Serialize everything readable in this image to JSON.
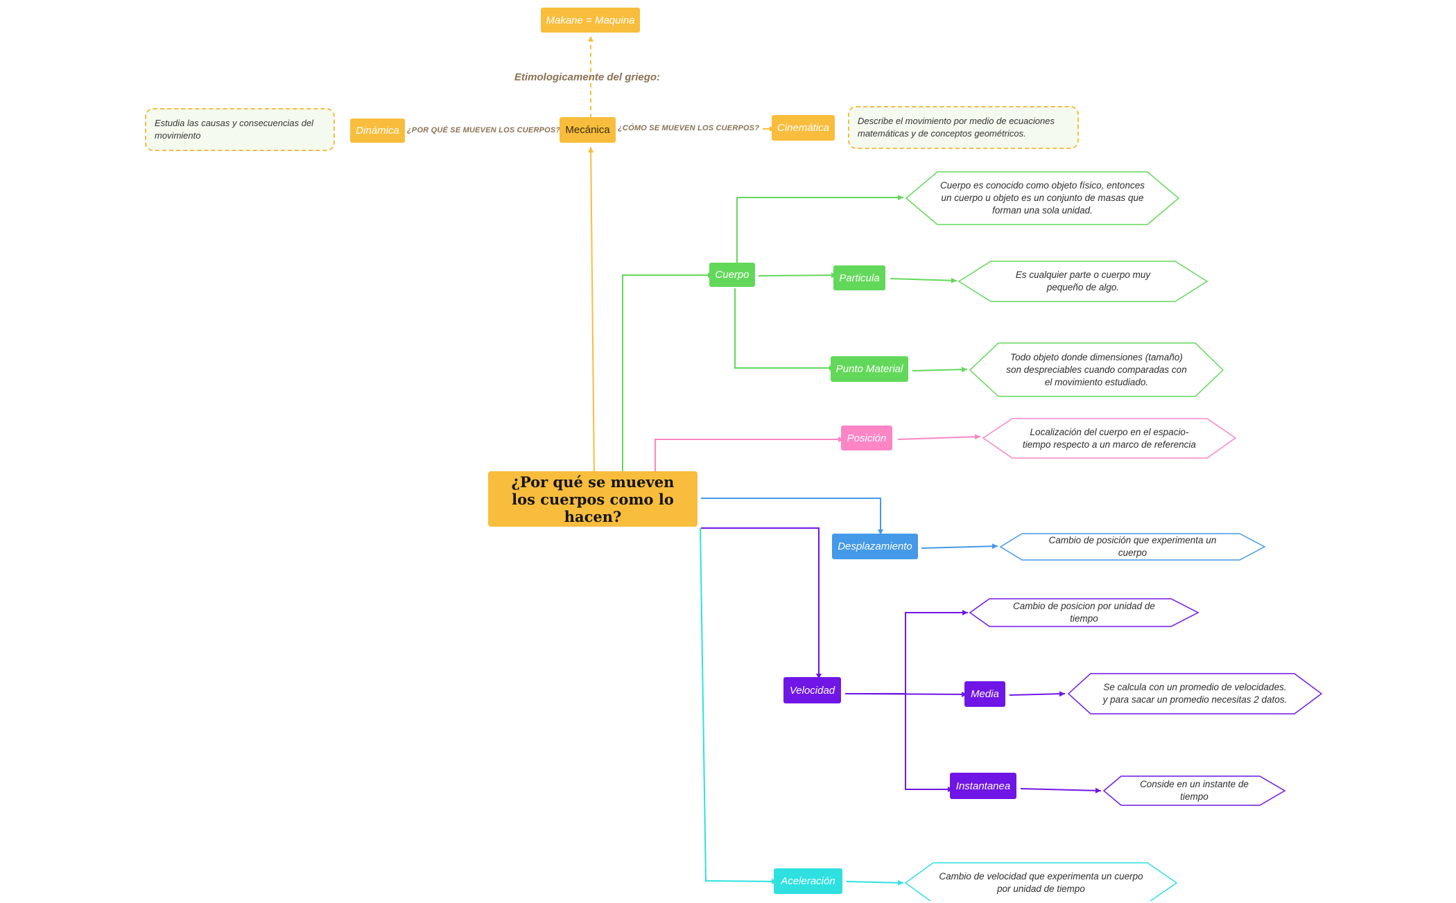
{
  "colors": {
    "orange": "#f8bd3c",
    "green": "#62d85a",
    "pink": "#fb85c5",
    "blue": "#4499e8",
    "purple": "#6f16e6",
    "cyan": "#2ee0e0"
  },
  "root": {
    "label": "¿Por qué se mueven los cuerpos como lo hacen?"
  },
  "top": {
    "mecanica": "Mecánica",
    "makane": "Makane = Maquina",
    "etymology_label": "Etimologicamente del griego:",
    "dinamica": "Dinámica",
    "dinamica_question": "¿POR QUÉ SE MUEVEN LOS CUERPOS?",
    "dinamica_note": "Estudia las causas y consecuencias del movimiento",
    "cinematica": "Cinemática",
    "cinematica_question": "¿CÓMO SE MUEVEN LOS CUERPOS?",
    "cinematica_note": "Describe el movimiento por medio de ecuaciones matemáticas y de conceptos geométricos."
  },
  "cuerpo": {
    "label": "Cuerpo",
    "desc": "Cuerpo es conocido como objeto físico, entonces un cuerpo u objeto es un conjunto de masas que forman una sola unidad.",
    "particula": "Particula",
    "particula_desc": "Es cualquier parte o cuerpo muy pequeño de algo.",
    "punto_material": "Punto Material",
    "punto_material_desc": "Todo objeto donde dimensiones (tamaño) son despreciables cuando comparadas con el movimiento estudiado."
  },
  "posicion": {
    "label": "Posición",
    "desc": "Localización del cuerpo en el espacio-tiempo respecto a un marco de referencia"
  },
  "desplazamiento": {
    "label": "Desplazamiento",
    "desc": "Cambio de posición que experimenta un cuerpo"
  },
  "velocidad": {
    "label": "Velocidad",
    "desc": "Cambio de posicion por unidad de tiempo",
    "media": "Media",
    "media_desc": "Se calcula con un promedio de velocidades. y para sacar un promedio necesitas 2 datos.",
    "instantanea": "Instantanea",
    "instantanea_desc": "Conside en un instante de tiempo"
  },
  "aceleracion": {
    "label": "Aceleración",
    "desc": "Cambio de velocidad que experimenta un cuerpo por unidad de tiempo"
  }
}
